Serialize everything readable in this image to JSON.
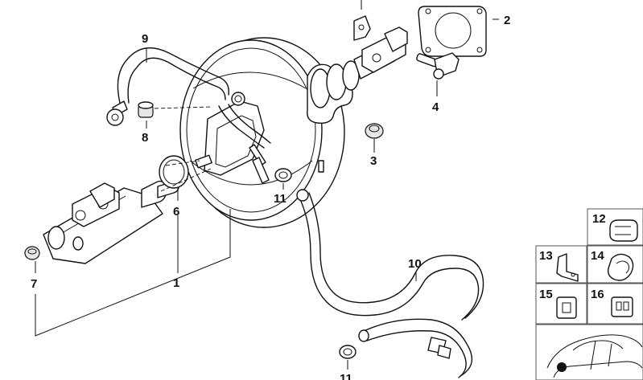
{
  "callouts": {
    "c1": "1",
    "c2": "2",
    "c3": "3",
    "c4": "4",
    "c6": "6",
    "c7": "7",
    "c8": "8",
    "c9": "9",
    "c10": "10",
    "c11a": "11",
    "c11b": "11"
  },
  "legend": {
    "c12": "12",
    "c13": "13",
    "c14": "14",
    "c15": "15",
    "c16": "16"
  }
}
